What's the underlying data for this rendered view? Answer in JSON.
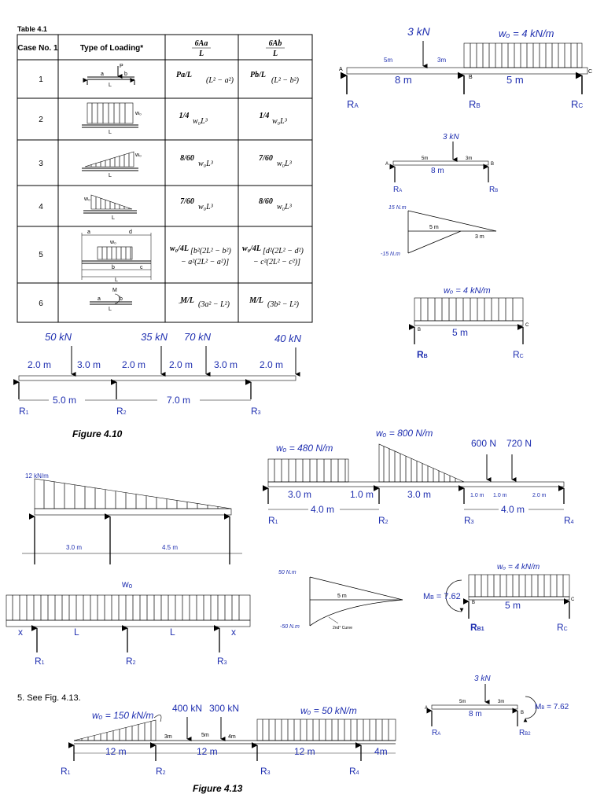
{
  "table": {
    "caption": "Table 4.1",
    "headers": [
      "Case No. 1",
      "Type of Loading*",
      "6Aa/L",
      "6Ab/L"
    ],
    "rows": [
      {
        "case": "1",
        "col3": [
          "Pa/L",
          "(L² − a²)"
        ],
        "col4": [
          "Pb/L",
          "(L² − b²)"
        ],
        "sketch_labels": [
          "P",
          "a",
          "b",
          "L"
        ]
      },
      {
        "case": "2",
        "col3": [
          "1/4",
          "w₀L³"
        ],
        "col4": [
          "1/4",
          "w₀L³"
        ],
        "sketch_labels": [
          "w₀",
          "L"
        ]
      },
      {
        "case": "3",
        "col3": [
          "8/60",
          "w₀L³"
        ],
        "col4": [
          "7/60",
          "w₀L³"
        ],
        "sketch_labels": [
          "w₀",
          "L"
        ]
      },
      {
        "case": "4",
        "col3": [
          "7/60",
          "w₀L³"
        ],
        "col4": [
          "8/60",
          "w₀L³"
        ],
        "sketch_labels": [
          "w₀",
          "L"
        ]
      },
      {
        "case": "5",
        "col3": [
          "w₀/4L",
          "[b²(2L² − b²)",
          "− a²(2L² − a²)]"
        ],
        "col4": [
          "w₀/4L",
          "[d²(2L² − d²)",
          "− c²(2L² − c²)]"
        ],
        "sketch_labels": [
          "a",
          "d",
          "w₀",
          "b",
          "c",
          "L"
        ]
      },
      {
        "case": "6",
        "col3": [
          "−",
          "M/L",
          "(3a² − L²)"
        ],
        "col4": [
          "M/L",
          "(3b² − L²)"
        ],
        "sketch_labels": [
          "M",
          "a",
          "b",
          "L"
        ]
      }
    ]
  },
  "fig_top_right": {
    "load": "3 kN",
    "wo": "wₒ = 4 kN/m",
    "dim_5m": "5m",
    "dim_3m": "3m",
    "span1": "8 m",
    "span2": "5 m",
    "A": "A",
    "B": "B",
    "C": "C",
    "RA": "R",
    "RA_sub": "A",
    "RB": "R",
    "RB_sub": "B",
    "RC": "R",
    "RC_sub": "C"
  },
  "fig_mid_right_a": {
    "load": "3 kN",
    "dim_5m": "5m",
    "dim_3m": "3m",
    "span": "8 m",
    "A": "A",
    "B": "B",
    "RA": "R",
    "RA_sub": "A",
    "RB": "R",
    "RB_sub": "B"
  },
  "fig_moment_a": {
    "top": "15 N.m",
    "bottom": "-15 N.m",
    "d5": "5 m",
    "d3": "3 m"
  },
  "fig_mid_right_b": {
    "wo": "wₒ = 4 kN/m",
    "B": "B",
    "C": "C",
    "span": "5 m",
    "RB": "R",
    "RB_sub": "B",
    "RC": "R",
    "RC_sub": "C"
  },
  "fig_4_10": {
    "loads": [
      "50 kN",
      "35 kN",
      "70 kN",
      "40 kN"
    ],
    "dims_top": [
      "2.0 m",
      "3.0 m",
      "2.0 m",
      "2.0 m",
      "3.0 m",
      "2.0 m"
    ],
    "dims_bottom": [
      "5.0 m",
      "7.0 m"
    ],
    "reactions": [
      {
        "r": "R",
        "s": "1"
      },
      {
        "r": "R",
        "s": "2"
      },
      {
        "r": "R",
        "s": "3"
      }
    ],
    "caption": "Figure 4.10"
  },
  "fig_multi": {
    "wo1": "wₒ = 480 N/m",
    "wo2": "wₒ = 800 N/m",
    "p1": "600 N",
    "p2": "720 N",
    "dims_top": [
      "3.0 m",
      "1.0 m",
      "3.0 m",
      "1.0 m",
      "1.0 m",
      "2.0 m"
    ],
    "dims_bottom": [
      "4.0 m",
      "4.0 m"
    ],
    "reactions": [
      {
        "r": "R",
        "s": "1"
      },
      {
        "r": "R",
        "s": "2"
      },
      {
        "r": "R",
        "s": "3"
      },
      {
        "r": "R",
        "s": "4"
      }
    ]
  },
  "fig_tri": {
    "load": "12 kN/m",
    "d1": "3.0 m",
    "d2": "4.5 m"
  },
  "fig_moment_b": {
    "top": "50 N.m",
    "bottom": "-50 N.m",
    "d5": "5 m",
    "curve": "2nd° Curve"
  },
  "fig_mb": {
    "wo": "wₒ = 4 kN/m",
    "mb": "M",
    "mb_sub": "B",
    "mb_val": " = 7.62",
    "B": "B",
    "C": "C",
    "span": "5 m",
    "RB": "R",
    "RB_sub": "B1",
    "RC": "R",
    "RC_sub": "C"
  },
  "fig_uniform": {
    "wo": "wₒ",
    "x": "x",
    "L": "L",
    "reactions": [
      {
        "r": "R",
        "s": "1"
      },
      {
        "r": "R",
        "s": "2"
      },
      {
        "r": "R",
        "s": "3"
      }
    ]
  },
  "item5": "5.  See Fig. 4.13.",
  "fig_bottom_right": {
    "load": "3 kN",
    "dim_5m": "5m",
    "dim_3m": "3m",
    "span": "8 m",
    "A": "A",
    "B": "B",
    "RA": "R",
    "RA_sub": "A",
    "RB": "R",
    "RB_sub": "B2",
    "mb": "M",
    "mb_sub": "B",
    "mb_val": " = 7.62"
  },
  "fig_4_13": {
    "wo1": "wₒ = 150 kN/m",
    "p1": "400 kN",
    "p2": "300 kN",
    "wo2": "wₒ = 50 kN/m",
    "d3": "3m",
    "d5": "5m",
    "d4": "4m",
    "spans": [
      "12 m",
      "12 m",
      "12 m",
      "4m"
    ],
    "reactions": [
      {
        "r": "R",
        "s": "1"
      },
      {
        "r": "R",
        "s": "2"
      },
      {
        "r": "R",
        "s": "3"
      },
      {
        "r": "R",
        "s": "4"
      }
    ],
    "caption": "Figure 4.13"
  }
}
